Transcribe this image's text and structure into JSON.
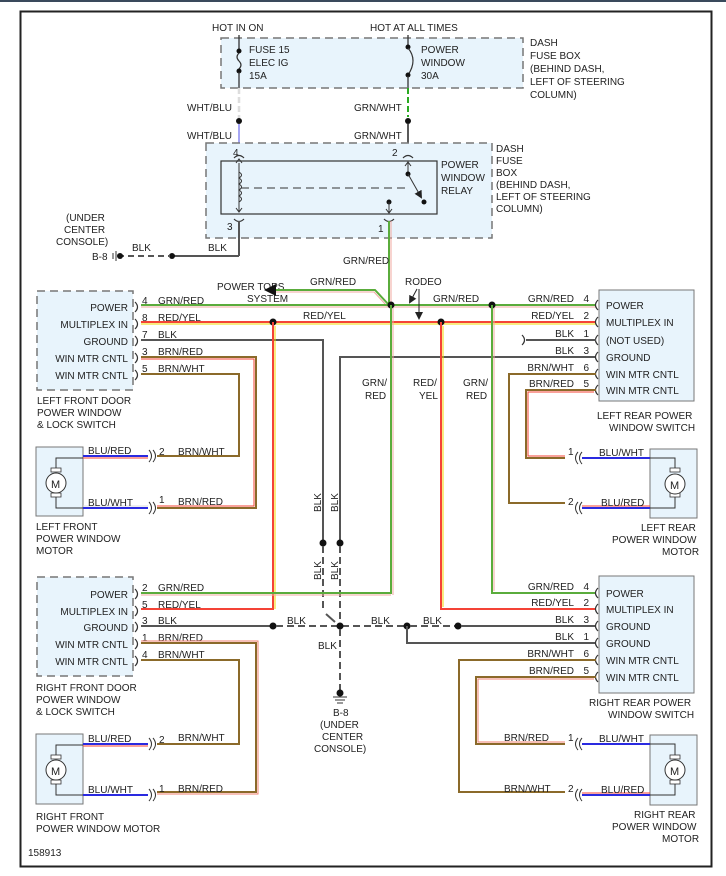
{
  "diagram": {
    "figure_id": "158913",
    "colors": {
      "frame": "#222222",
      "box_fill": "#e8f4fc",
      "box_border": "#777777",
      "grn": "#5aac3c",
      "red": "#f44336",
      "yel": "#f0d800",
      "blk": "#555555",
      "brn": "#8b6a2a",
      "blu": "#2a2ae0",
      "wht": "#dddddd"
    },
    "top": {
      "hot_in_on": "HOT IN ON",
      "hot_at_all_times": "HOT AT ALL TIMES",
      "fuse15": [
        "FUSE 15",
        "ELEC IG",
        "15A"
      ],
      "fuse_pw": [
        "POWER",
        "WINDOW",
        "30A"
      ],
      "fusebox_label": [
        "DASH",
        "FUSE BOX",
        "(BEHIND DASH,",
        "LEFT OF STEERING",
        "COLUMN)"
      ],
      "wire_wht_blu": "WHT/BLU",
      "wire_grn_wht": "GRN/WHT"
    },
    "relay": {
      "label": [
        "POWER",
        "WINDOW",
        "RELAY"
      ],
      "box_label": [
        "DASH",
        "FUSE",
        "BOX",
        "(BEHIND DASH,",
        "LEFT OF STEERING",
        "COLUMN)"
      ],
      "pins": {
        "p4": "4",
        "p2": "2",
        "p3": "3",
        "p1": "1"
      },
      "out_wire": "GRN/RED"
    },
    "ground_top": {
      "label": [
        "(UNDER",
        "CENTER",
        "CONSOLE)"
      ],
      "id": "B-8",
      "wire1": "BLK",
      "wire2": "BLK"
    },
    "bus": {
      "power_tops": [
        "POWER TOPS",
        "SYSTEM"
      ],
      "power_tops_wire": "GRN/RED",
      "rodeo": "RODEO",
      "grn_red": "GRN/RED",
      "red_yel": "RED/YEL",
      "vert_grn_red": [
        "GRN/",
        "RED"
      ],
      "vert_red_yel": [
        "RED/",
        "YEL"
      ],
      "blk": "BLK"
    },
    "left_front_switch": {
      "pins": [
        {
          "name": "POWER",
          "pin": "4",
          "wire": "GRN/RED"
        },
        {
          "name": "MULTIPLEX IN",
          "pin": "8",
          "wire": "RED/YEL"
        },
        {
          "name": "GROUND",
          "pin": "7",
          "wire": "BLK"
        },
        {
          "name": "WIN MTR CNTL",
          "pin": "3",
          "wire": "BRN/RED"
        },
        {
          "name": "WIN MTR CNTL",
          "pin": "5",
          "wire": "BRN/WHT"
        }
      ],
      "label": [
        "LEFT FRONT DOOR",
        "POWER WINDOW",
        "& LOCK SWITCH"
      ]
    },
    "left_rear_switch": {
      "pins": [
        {
          "name": "POWER",
          "pin": "4",
          "wire": "GRN/RED"
        },
        {
          "name": "MULTIPLEX IN",
          "pin": "2",
          "wire": "RED/YEL"
        },
        {
          "name": "(NOT USED)",
          "pin": "1",
          "wire": "BLK"
        },
        {
          "name": "GROUND",
          "pin": "3",
          "wire": "BLK"
        },
        {
          "name": "WIN MTR CNTL",
          "pin": "6",
          "wire": "BRN/WHT"
        },
        {
          "name": "WIN MTR CNTL",
          "pin": "5",
          "wire": "BRN/RED"
        }
      ],
      "label": [
        "LEFT REAR POWER",
        "WINDOW SWITCH"
      ]
    },
    "left_front_motor": {
      "symbol": "M",
      "wires": [
        {
          "motor_wire": "BLU/RED",
          "pin": "2",
          "wire": "BRN/WHT"
        },
        {
          "motor_wire": "BLU/WHT",
          "pin": "1",
          "wire": "BRN/RED"
        }
      ],
      "label": [
        "LEFT FRONT",
        "POWER WINDOW",
        "MOTOR"
      ]
    },
    "left_rear_motor": {
      "symbol": "M",
      "wires": [
        {
          "motor_wire": "BLU/WHT",
          "pin": "1"
        },
        {
          "motor_wire": "BLU/RED",
          "pin": "2"
        }
      ],
      "label": [
        "LEFT REAR",
        "POWER WINDOW",
        "MOTOR"
      ]
    },
    "right_front_switch": {
      "pins": [
        {
          "name": "POWER",
          "pin": "2",
          "wire": "GRN/RED"
        },
        {
          "name": "MULTIPLEX IN",
          "pin": "5",
          "wire": "RED/YEL"
        },
        {
          "name": "GROUND",
          "pin": "3",
          "wire": "BLK"
        },
        {
          "name": "WIN MTR CNTL",
          "pin": "1",
          "wire": "BRN/RED"
        },
        {
          "name": "WIN MTR CNTL",
          "pin": "4",
          "wire": "BRN/WHT"
        }
      ],
      "label": [
        "RIGHT FRONT DOOR",
        "POWER WINDOW",
        "& LOCK SWITCH"
      ]
    },
    "right_rear_switch": {
      "pins": [
        {
          "name": "POWER",
          "pin": "4",
          "wire": "GRN/RED"
        },
        {
          "name": "MULTIPLEX IN",
          "pin": "2",
          "wire": "RED/YEL"
        },
        {
          "name": "GROUND",
          "pin": "3",
          "wire": "BLK"
        },
        {
          "name": "GROUND",
          "pin": "1",
          "wire": "BLK"
        },
        {
          "name": "WIN MTR CNTL",
          "pin": "6",
          "wire": "BRN/WHT"
        },
        {
          "name": "WIN MTR CNTL",
          "pin": "5",
          "wire": "BRN/RED"
        }
      ],
      "label": [
        "RIGHT REAR POWER",
        "WINDOW SWITCH"
      ]
    },
    "right_front_motor": {
      "symbol": "M",
      "wires": [
        {
          "motor_wire": "BLU/RED",
          "pin": "2",
          "wire": "BRN/WHT"
        },
        {
          "motor_wire": "BLU/WHT",
          "pin": "1",
          "wire": "BRN/RED"
        }
      ],
      "label": [
        "RIGHT FRONT",
        "POWER WINDOW MOTOR"
      ]
    },
    "right_rear_motor": {
      "symbol": "M",
      "wires": [
        {
          "motor_wire": "BLU/WHT",
          "pin": "1",
          "wire": "BRN/RED"
        },
        {
          "motor_wire": "BLU/RED",
          "pin": "2",
          "wire": "BRN/WHT"
        }
      ],
      "label": [
        "RIGHT REAR",
        "POWER WINDOW",
        "MOTOR"
      ]
    },
    "ground_bottom": {
      "id": "B-8",
      "label": [
        "(UNDER",
        "CENTER",
        "CONSOLE)"
      ],
      "wire_labels": [
        "BLK",
        "BLK",
        "BLK",
        "BLK",
        "BLK"
      ]
    }
  }
}
